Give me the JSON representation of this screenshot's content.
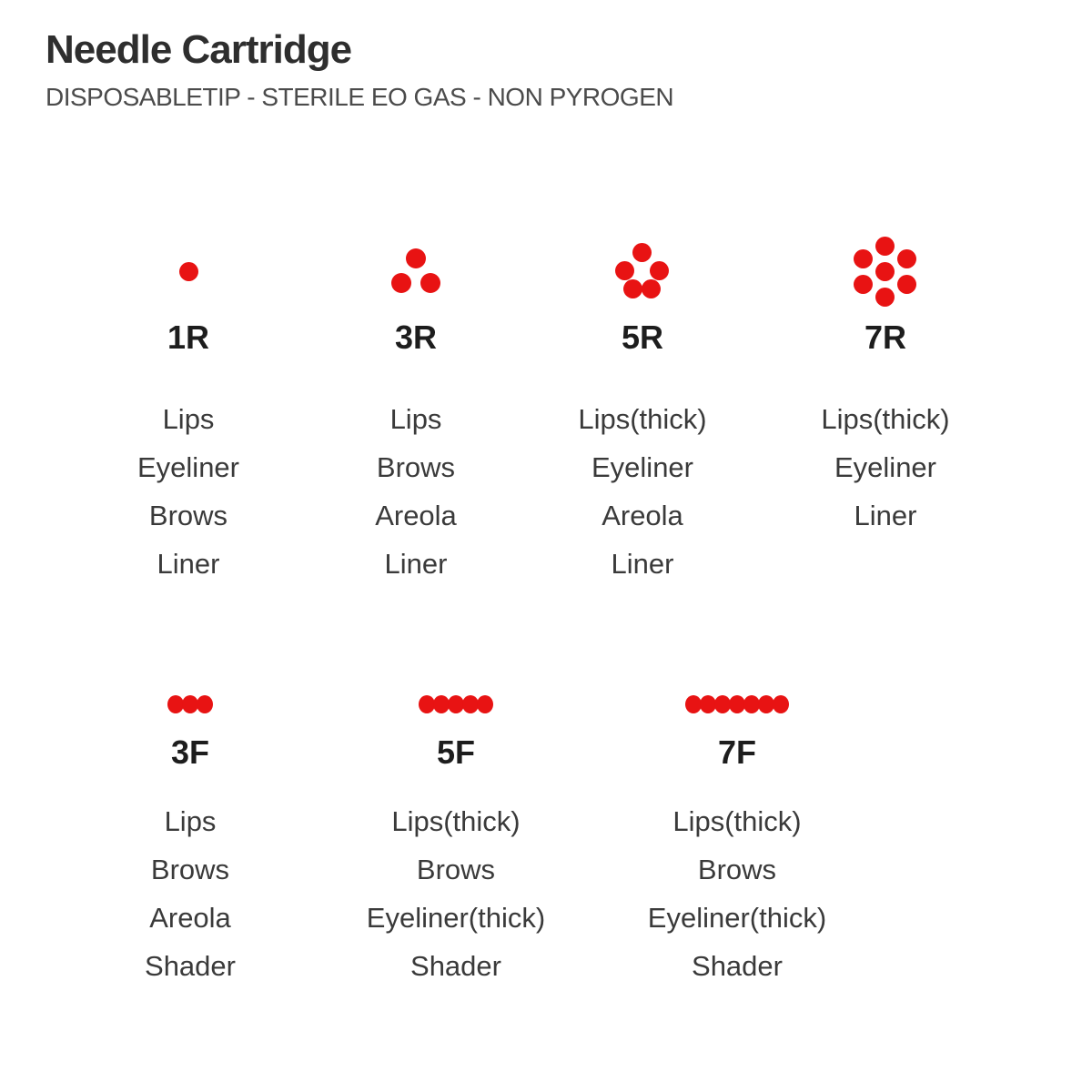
{
  "header": {
    "title": "Needle Cartridge",
    "subtitle": "DISPOSABLETIP - STERILE EO GAS - NON PYROGEN"
  },
  "colors": {
    "dot_red": "#e81313",
    "title": "#2e2e2e",
    "subtitle": "#4b4b4b",
    "code": "#1d1d1d",
    "use_text": "#3a3a3a",
    "background": "#ffffff"
  },
  "rows": [
    {
      "items": [
        {
          "code": "1R",
          "needle_count": 1,
          "pattern": "single",
          "uses": [
            "Lips",
            "Eyeliner",
            "Brows",
            "Liner"
          ]
        },
        {
          "code": "3R",
          "needle_count": 3,
          "pattern": "triangle",
          "uses": [
            "Lips",
            "Brows",
            "Areola",
            "Liner"
          ]
        },
        {
          "code": "5R",
          "needle_count": 5,
          "pattern": "pentagon",
          "uses": [
            "Lips(thick)",
            "Eyeliner",
            "Areola",
            "Liner"
          ]
        },
        {
          "code": "7R",
          "needle_count": 7,
          "pattern": "hex-center",
          "uses": [
            "Lips(thick)",
            "Eyeliner",
            "Liner"
          ]
        }
      ]
    },
    {
      "items": [
        {
          "code": "3F",
          "needle_count": 3,
          "pattern": "flat-row",
          "uses": [
            "Lips",
            "Brows",
            "Areola",
            "Shader"
          ]
        },
        {
          "code": "5F",
          "needle_count": 5,
          "pattern": "flat-row",
          "uses": [
            "Lips(thick)",
            "Brows",
            "Eyeliner(thick)",
            "Shader"
          ]
        },
        {
          "code": "7F",
          "needle_count": 7,
          "pattern": "flat-row",
          "uses": [
            "Lips(thick)",
            "Brows",
            "Eyeliner(thick)",
            "Shader"
          ]
        }
      ]
    }
  ]
}
